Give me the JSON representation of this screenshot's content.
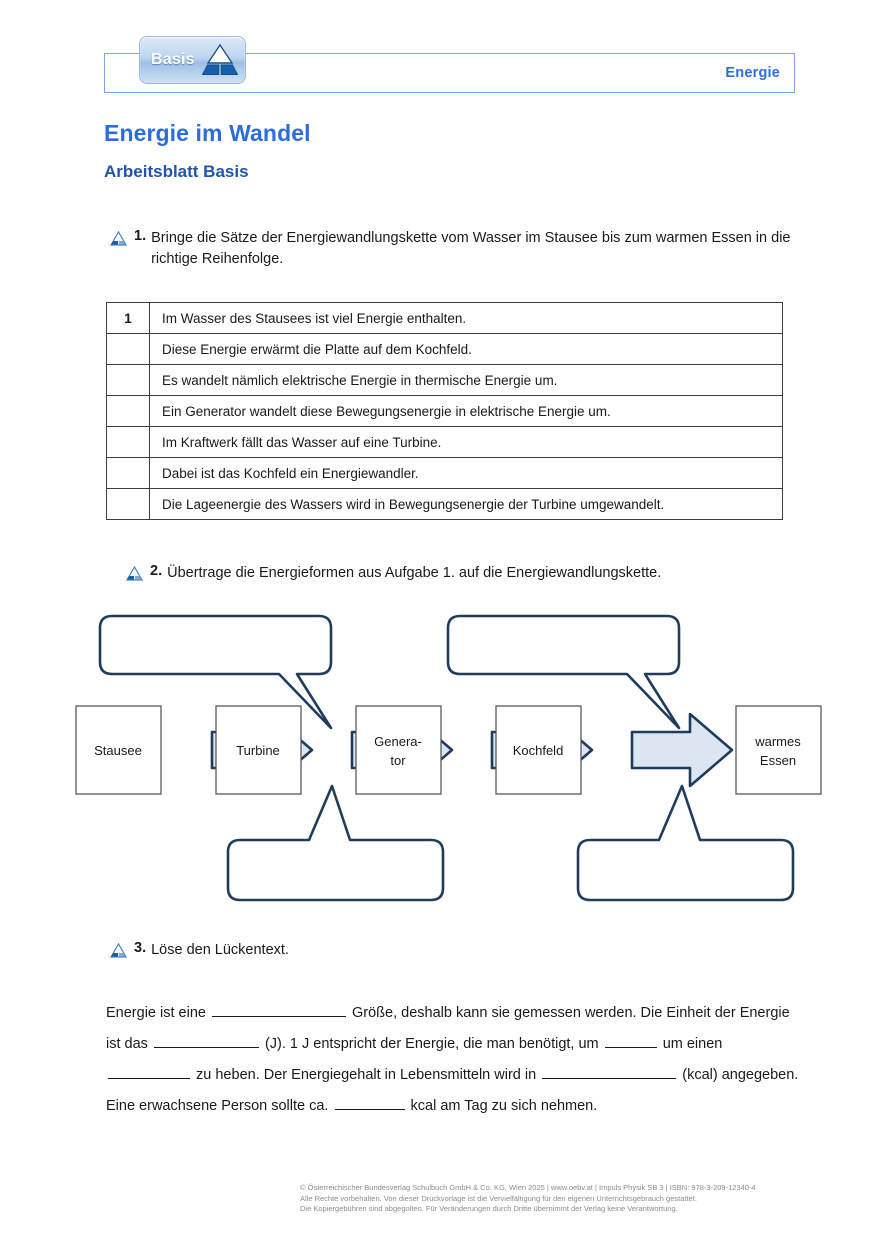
{
  "header": {
    "badge_label": "Basis",
    "badge_logo_icon": "pyramid-triangle-icon",
    "subject_label": "Energie"
  },
  "titles": {
    "main": "Energie im Wandel",
    "sub": "Arbeitsblatt Basis"
  },
  "tasks": [
    {
      "icon": "triangle-bullet-icon",
      "number": "1.",
      "text": "Bringe die Sätze der Energiewandlungskette vom Wasser im Stausee bis zum warmen Essen in die richtige Reihenfolge."
    },
    {
      "icon": "triangle-bullet-icon",
      "number": "2.",
      "text": "Übertrage die Energieformen aus Aufgabe 1. auf die Energiewandlungskette."
    },
    {
      "icon": "triangle-bullet-icon",
      "number": "3.",
      "text": "Löse den Lückentext."
    }
  ],
  "sentence_table": {
    "rows": [
      {
        "number": "1",
        "sentence": "Im Wasser des Stausees ist viel Energie enthalten."
      },
      {
        "number": "",
        "sentence": "Diese Energie erwärmt die Platte auf dem Kochfeld."
      },
      {
        "number": "",
        "sentence": "Es wandelt nämlich elektrische Energie in thermische Energie um."
      },
      {
        "number": "",
        "sentence": "Ein Generator wandelt diese Bewegungsenergie in elektrische Energie um."
      },
      {
        "number": "",
        "sentence": "Im Kraftwerk fällt das Wasser auf eine Turbine."
      },
      {
        "number": "",
        "sentence": "Dabei ist das Kochfeld ein Energiewandler."
      },
      {
        "number": "",
        "sentence": "Die Lageenergie des Wassers wird in Bewegungsenergie der Turbine umgewandelt."
      }
    ]
  },
  "chain_diagram": {
    "nodes": [
      {
        "id": "stausee",
        "label": "Stausee",
        "label_line2": ""
      },
      {
        "id": "turbine",
        "label": "Turbine",
        "label_line2": ""
      },
      {
        "id": "generator",
        "label": "Genera-",
        "label_line2": "tor"
      },
      {
        "id": "kochfeld",
        "label": "Kochfeld",
        "label_line2": ""
      },
      {
        "id": "warmes-essen",
        "label": "warmes",
        "label_line2": "Essen"
      }
    ],
    "arrows": [
      {
        "id": "arrow-1",
        "from": "stausee",
        "to": "turbine"
      },
      {
        "id": "arrow-2",
        "from": "turbine",
        "to": "generator"
      },
      {
        "id": "arrow-3",
        "from": "generator",
        "to": "kochfeld"
      },
      {
        "id": "arrow-4",
        "from": "kochfeld",
        "to": "warmes-essen"
      }
    ],
    "callouts": [
      {
        "id": "callout-top-left",
        "position": "top",
        "points_to": "arrow-1",
        "text": ""
      },
      {
        "id": "callout-top-right",
        "position": "top",
        "points_to": "arrow-3",
        "text": ""
      },
      {
        "id": "callout-bottom-left",
        "position": "bottom",
        "points_to": "arrow-2",
        "text": ""
      },
      {
        "id": "callout-bottom-right",
        "position": "bottom",
        "points_to": "arrow-4",
        "text": ""
      }
    ],
    "colors": {
      "arrow_fill": "#dce6f2",
      "arrow_stroke": "#1f3c5d",
      "box_stroke": "#595959",
      "callout_stroke": "#1f3c5d"
    }
  },
  "cloze": {
    "segments": [
      {
        "type": "text",
        "value": "Energie ist eine "
      },
      {
        "type": "blank",
        "width": 134
      },
      {
        "type": "text",
        "value": " Größe, deshalb kann sie gemessen werden. Die Einheit der Energie ist das "
      },
      {
        "type": "blank",
        "width": 105
      },
      {
        "type": "text",
        "value": " (J). 1 J entspricht der Energie, die man benötigt, um "
      },
      {
        "type": "blank",
        "width": 52
      },
      {
        "type": "text",
        "value": " um einen "
      },
      {
        "type": "blank",
        "width": 82
      },
      {
        "type": "text",
        "value": " zu heben. Der Energiegehalt in Lebensmitteln wird in "
      },
      {
        "type": "blank",
        "width": 134
      },
      {
        "type": "text",
        "value": " (kcal) angegeben. Eine erwachsene Person sollte ca. "
      },
      {
        "type": "blank",
        "width": 70
      },
      {
        "type": "text",
        "value": " kcal am Tag zu sich nehmen."
      }
    ]
  },
  "footer": {
    "line1": "© Österreichischer Bundesverlag Schulbuch GmbH & Co. KG, Wien 2025 | www.oebv.at | Impuls Physik SB 3 | ISBN: 978-3-209-12340-4",
    "line2": "Alle Rechte vorbehalten. Von dieser Druckvorlage ist die Vervielfältigung für den eigenen Unterrichtsgebrauch gestattet.",
    "line3": "Die Kopiergebühren sind abgegolten. Für Veränderungen durch Dritte übernimmt der Verlag keine Verantwortung."
  }
}
